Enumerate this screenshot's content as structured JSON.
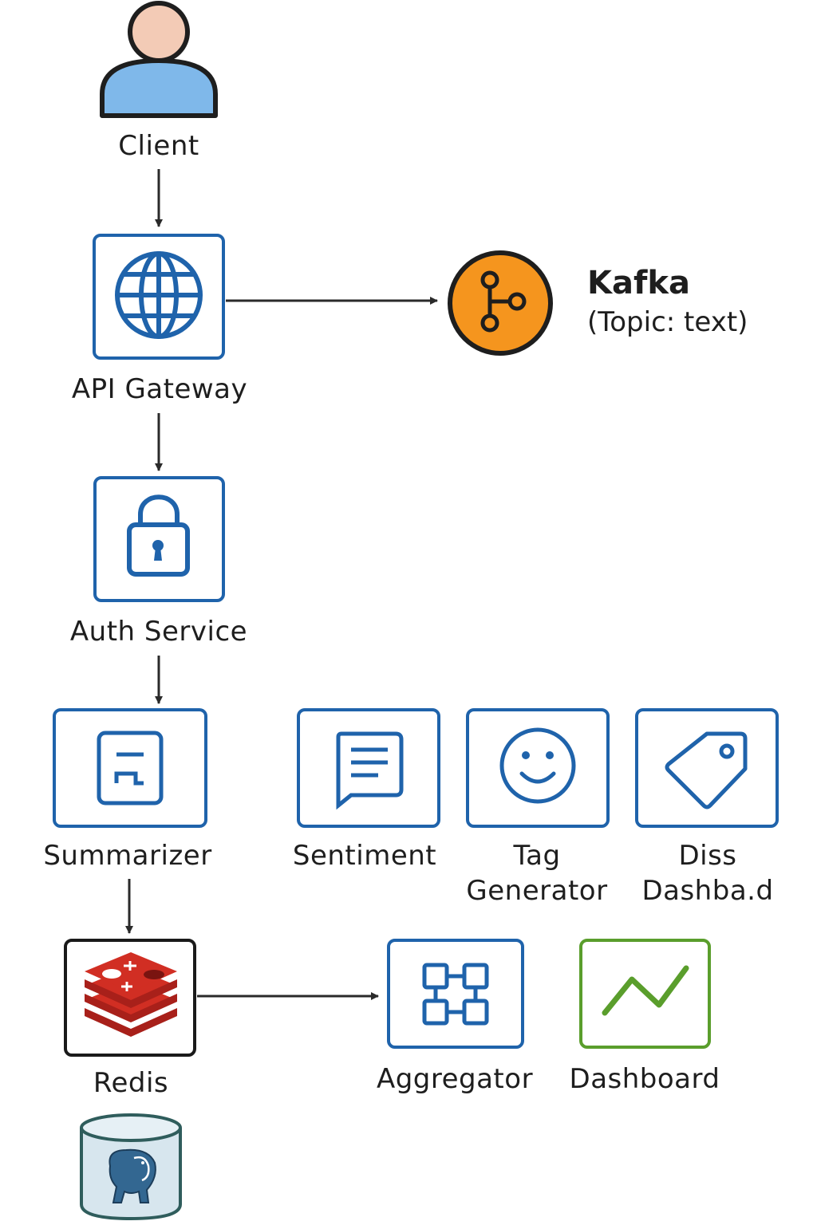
{
  "nodes": {
    "client": {
      "label": "Client"
    },
    "api_gateway": {
      "label": "API Gateway"
    },
    "kafka": {
      "label": "Kafka",
      "sublabel": "(Topic: text)"
    },
    "auth_service": {
      "label": "Auth Service"
    },
    "summarizer": {
      "label": "Summarizer"
    },
    "sentiment": {
      "label": "Sentiment"
    },
    "tag_generator": {
      "label_line1": "Tag",
      "label_line2": "Generator"
    },
    "diss_dashboard": {
      "label_line1": "Diss",
      "label_line2": "Dashba.d"
    },
    "redis": {
      "label": "Redis"
    },
    "aggregator": {
      "label": "Aggregator"
    },
    "dashboard": {
      "label": "Dashboard"
    }
  },
  "edges": [
    {
      "from": "client",
      "to": "api_gateway"
    },
    {
      "from": "api_gateway",
      "to": "kafka"
    },
    {
      "from": "api_gateway",
      "to": "auth_service"
    },
    {
      "from": "auth_service",
      "to": "summarizer"
    },
    {
      "from": "summarizer",
      "to": "redis"
    },
    {
      "from": "redis",
      "to": "aggregator"
    }
  ],
  "colors": {
    "node_border": "#1f63ab",
    "redis_border": "#1a1a1a",
    "dashboard_border": "#5a9e2c",
    "kafka_fill": "#f5951e",
    "client_head": "#f3cbb6",
    "client_body": "#7fb8ea",
    "redis_red": "#d12e23",
    "db_fill": "#d7e6ee",
    "db_border": "#2f5d5c",
    "arrow": "#2a2a2a"
  },
  "icons": {
    "client": "user-icon",
    "api_gateway": "globe-icon",
    "kafka": "kafka-icon",
    "auth_service": "lock-icon",
    "summarizer": "document-icon",
    "sentiment": "chat-bubble-icon",
    "tag_generator": "smiley-icon",
    "diss_dashboard": "tag-icon",
    "redis": "redis-icon",
    "aggregator": "network-icon",
    "dashboard": "line-chart-icon",
    "database": "postgres-database-icon"
  }
}
